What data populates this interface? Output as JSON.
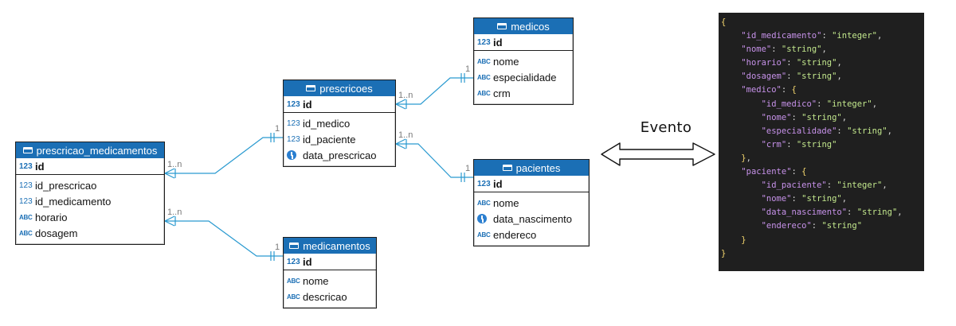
{
  "tables": [
    {
      "id": "prescricao_medicamentos",
      "name": "prescricao_medicamentos",
      "pk": {
        "type": "numeric",
        "name": "id"
      },
      "columns": [
        {
          "type": "numeric",
          "name": "id_prescricao"
        },
        {
          "type": "numeric",
          "name": "id_medicamento"
        },
        {
          "type": "string",
          "name": "horario"
        },
        {
          "type": "string",
          "name": "dosagem"
        }
      ]
    },
    {
      "id": "prescricoes",
      "name": "prescricoes",
      "pk": {
        "type": "numeric",
        "name": "id"
      },
      "columns": [
        {
          "type": "numeric",
          "name": "id_medico"
        },
        {
          "type": "numeric",
          "name": "id_paciente"
        },
        {
          "type": "date",
          "name": "data_prescricao"
        }
      ]
    },
    {
      "id": "medicos",
      "name": "medicos",
      "pk": {
        "type": "numeric",
        "name": "id"
      },
      "columns": [
        {
          "type": "string",
          "name": "nome"
        },
        {
          "type": "string",
          "name": "especialidade"
        },
        {
          "type": "string",
          "name": "crm"
        }
      ]
    },
    {
      "id": "pacientes",
      "name": "pacientes",
      "pk": {
        "type": "numeric",
        "name": "id"
      },
      "columns": [
        {
          "type": "string",
          "name": "nome"
        },
        {
          "type": "date",
          "name": "data_nascimento"
        },
        {
          "type": "string",
          "name": "endereco"
        }
      ]
    },
    {
      "id": "medicamentos",
      "name": "medicamentos",
      "pk": {
        "type": "numeric",
        "name": "id"
      },
      "columns": [
        {
          "type": "string",
          "name": "nome"
        },
        {
          "type": "string",
          "name": "descricao"
        }
      ]
    }
  ],
  "type_glyphs": {
    "numeric": "123",
    "string": "ABC"
  },
  "relationships": [
    {
      "from": "prescricao_medicamentos",
      "to": "prescricoes",
      "from_card": "1..n",
      "to_card": "1"
    },
    {
      "from": "prescricao_medicamentos",
      "to": "medicamentos",
      "from_card": "1..n",
      "to_card": "1"
    },
    {
      "from": "prescricoes",
      "to": "medicos",
      "from_card": "1..n",
      "to_card": "1"
    },
    {
      "from": "prescricoes",
      "to": "pacientes",
      "from_card": "1..n",
      "to_card": "1"
    }
  ],
  "arrow_label": "Evento",
  "json_schema": [
    {
      "indent": 0,
      "parts": [
        [
          "brace",
          "{"
        ]
      ]
    },
    {
      "indent": 1,
      "parts": [
        [
          "key",
          "\"id_medicamento\""
        ],
        [
          "punc",
          ": "
        ],
        [
          "str",
          "\"integer\""
        ],
        [
          "punc",
          ","
        ]
      ]
    },
    {
      "indent": 1,
      "parts": [
        [
          "key",
          "\"nome\""
        ],
        [
          "punc",
          ": "
        ],
        [
          "str",
          "\"string\""
        ],
        [
          "punc",
          ","
        ]
      ]
    },
    {
      "indent": 1,
      "parts": [
        [
          "key",
          "\"horario\""
        ],
        [
          "punc",
          ": "
        ],
        [
          "str",
          "\"string\""
        ],
        [
          "punc",
          ","
        ]
      ]
    },
    {
      "indent": 1,
      "parts": [
        [
          "key",
          "\"dosagem\""
        ],
        [
          "punc",
          ": "
        ],
        [
          "str",
          "\"string\""
        ],
        [
          "punc",
          ","
        ]
      ]
    },
    {
      "indent": 1,
      "parts": [
        [
          "key",
          "\"medico\""
        ],
        [
          "punc",
          ": "
        ],
        [
          "brace",
          "{"
        ]
      ]
    },
    {
      "indent": 2,
      "parts": [
        [
          "key",
          "\"id_medico\""
        ],
        [
          "punc",
          ": "
        ],
        [
          "str",
          "\"integer\""
        ],
        [
          "punc",
          ","
        ]
      ]
    },
    {
      "indent": 2,
      "parts": [
        [
          "key",
          "\"nome\""
        ],
        [
          "punc",
          ": "
        ],
        [
          "str",
          "\"string\""
        ],
        [
          "punc",
          ","
        ]
      ]
    },
    {
      "indent": 2,
      "parts": [
        [
          "key",
          "\"especialidade\""
        ],
        [
          "punc",
          ": "
        ],
        [
          "str",
          "\"string\""
        ],
        [
          "punc",
          ","
        ]
      ]
    },
    {
      "indent": 2,
      "parts": [
        [
          "key",
          "\"crm\""
        ],
        [
          "punc",
          ": "
        ],
        [
          "str",
          "\"string\""
        ]
      ]
    },
    {
      "indent": 1,
      "parts": [
        [
          "brace",
          "}"
        ],
        [
          "punc",
          ","
        ]
      ]
    },
    {
      "indent": 1,
      "parts": [
        [
          "key",
          "\"paciente\""
        ],
        [
          "punc",
          ": "
        ],
        [
          "brace",
          "{"
        ]
      ]
    },
    {
      "indent": 2,
      "parts": [
        [
          "key",
          "\"id_paciente\""
        ],
        [
          "punc",
          ": "
        ],
        [
          "str",
          "\"integer\""
        ],
        [
          "punc",
          ","
        ]
      ]
    },
    {
      "indent": 2,
      "parts": [
        [
          "key",
          "\"nome\""
        ],
        [
          "punc",
          ": "
        ],
        [
          "str",
          "\"string\""
        ],
        [
          "punc",
          ","
        ]
      ]
    },
    {
      "indent": 2,
      "parts": [
        [
          "key",
          "\"data_nascimento\""
        ],
        [
          "punc",
          ": "
        ],
        [
          "str",
          "\"string\""
        ],
        [
          "punc",
          ","
        ]
      ]
    },
    {
      "indent": 2,
      "parts": [
        [
          "key",
          "\"endereco\""
        ],
        [
          "punc",
          ": "
        ],
        [
          "str",
          "\"string\""
        ]
      ]
    },
    {
      "indent": 1,
      "parts": [
        [
          "brace",
          "}"
        ]
      ]
    },
    {
      "indent": 0,
      "parts": [
        [
          "brace",
          "}"
        ]
      ]
    }
  ],
  "colors": {
    "header": "#1b6fb5",
    "connector": "#2a9ad0",
    "json_bg": "#1f1f1f",
    "json_key": "#c792ea",
    "json_string": "#c3e88d",
    "json_brace": "#f5d76e"
  }
}
